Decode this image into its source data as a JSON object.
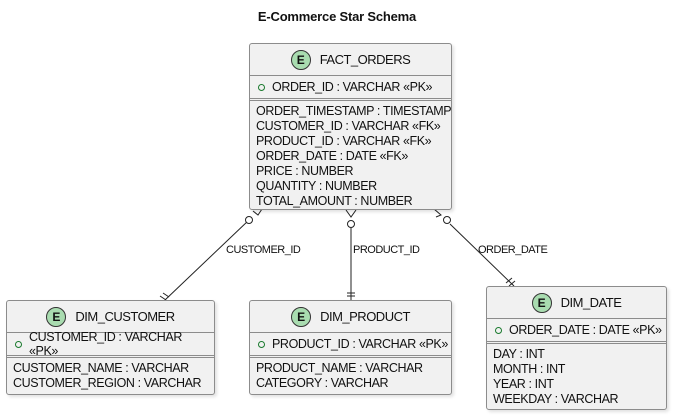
{
  "title": "E-Commerce Star Schema",
  "entity_badge": "E",
  "entities": {
    "fact_orders": {
      "name": "FACT_ORDERS",
      "pk": "ORDER_ID : VARCHAR «PK»",
      "attributes": [
        "ORDER_TIMESTAMP : TIMESTAMP",
        "CUSTOMER_ID : VARCHAR «FK»",
        "PRODUCT_ID : VARCHAR «FK»",
        "ORDER_DATE : DATE «FK»",
        "PRICE : NUMBER",
        "QUANTITY : NUMBER",
        "TOTAL_AMOUNT : NUMBER"
      ]
    },
    "dim_customer": {
      "name": "DIM_CUSTOMER",
      "pk": "CUSTOMER_ID : VARCHAR «PK»",
      "attributes": [
        "CUSTOMER_NAME : VARCHAR",
        "CUSTOMER_REGION : VARCHAR"
      ]
    },
    "dim_product": {
      "name": "DIM_PRODUCT",
      "pk": "PRODUCT_ID : VARCHAR «PK»",
      "attributes": [
        "PRODUCT_NAME : VARCHAR",
        "CATEGORY : VARCHAR"
      ]
    },
    "dim_date": {
      "name": "DIM_DATE",
      "pk": "ORDER_DATE : DATE «PK»",
      "attributes": [
        "DAY : INT",
        "MONTH : INT",
        "YEAR : INT",
        "WEEKDAY : VARCHAR"
      ]
    }
  },
  "relationships": [
    {
      "label": "CUSTOMER_ID",
      "from": "fact_orders",
      "to": "dim_customer"
    },
    {
      "label": "PRODUCT_ID",
      "from": "fact_orders",
      "to": "dim_product"
    },
    {
      "label": "ORDER_DATE",
      "from": "fact_orders",
      "to": "dim_date"
    }
  ]
}
